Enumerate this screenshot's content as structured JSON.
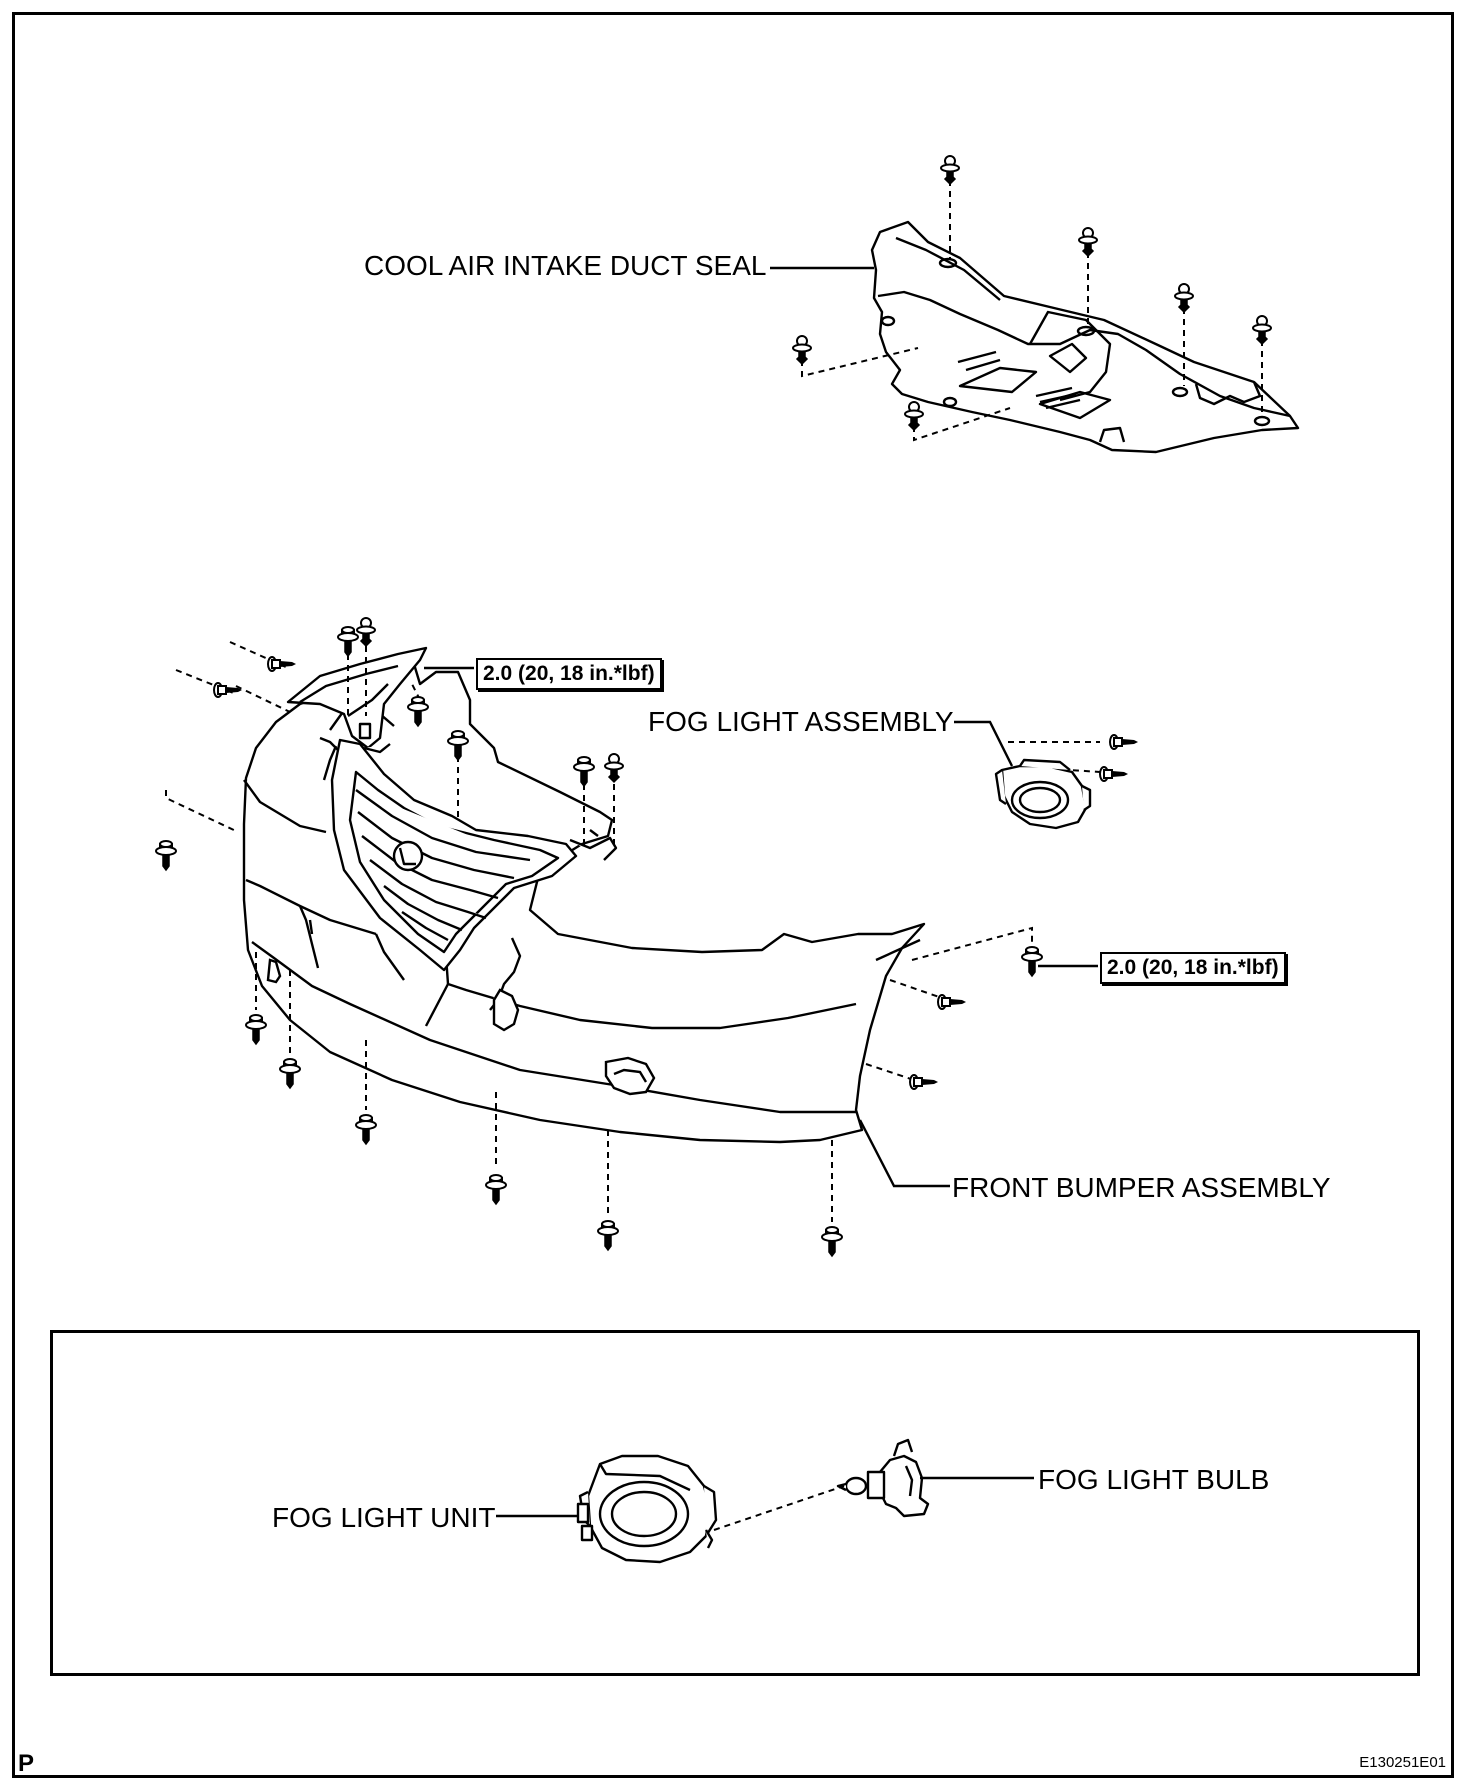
{
  "labels": {
    "cool_air_seal": "COOL AIR INTAKE DUCT SEAL",
    "fog_light_assembly": "FOG LIGHT ASSEMBLY",
    "front_bumper_assembly": "FRONT BUMPER ASSEMBLY",
    "fog_light_unit": "FOG LIGHT UNIT",
    "fog_light_bulb": "FOG LIGHT BULB"
  },
  "torque_specs": {
    "upper_left": "2.0 (20, 18 in.*lbf)",
    "right_side": "2.0 (20, 18 in.*lbf)"
  },
  "footer": {
    "page_letter": "P",
    "figure_code": "E130251E01"
  },
  "colors": {
    "line": "#000000",
    "background": "#ffffff"
  },
  "icons": [
    "screw-icon",
    "clip-icon",
    "lexus-emblem-icon",
    "fog-light-icon",
    "bulb-icon"
  ]
}
